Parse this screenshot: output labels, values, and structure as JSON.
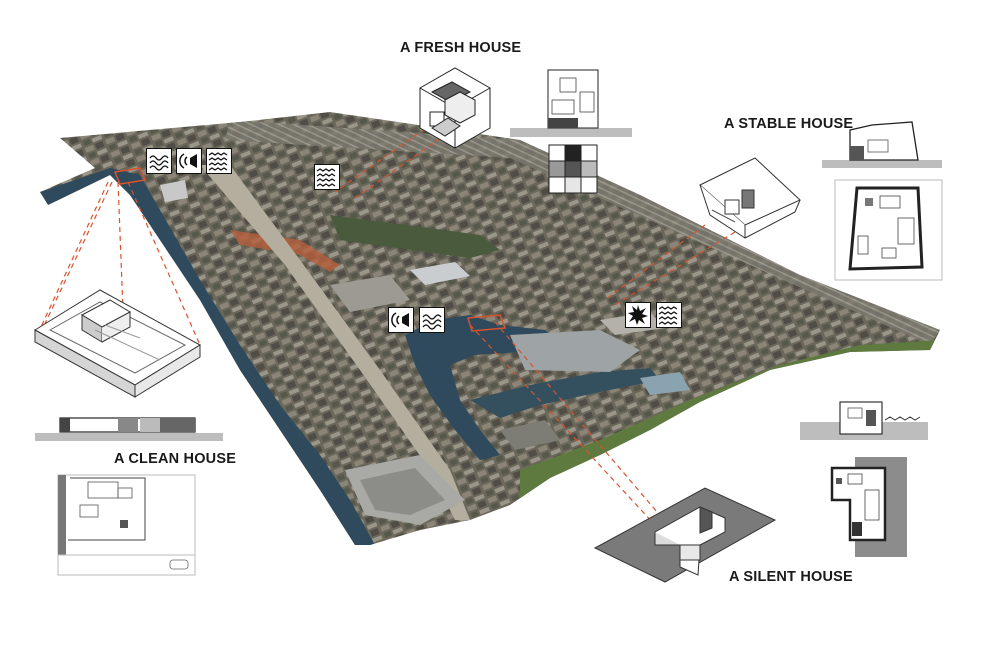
{
  "labels": {
    "fresh": "A FRESH HOUSE",
    "stable": "A STABLE HOUSE",
    "clean": "A CLEAN HOUSE",
    "silent": "A SILENT HOUSE"
  },
  "icons": {
    "group_west": [
      "air-pollution-icon",
      "noise-icon",
      "water-waves-icon"
    ],
    "group_north": [
      "water-waves-icon"
    ],
    "group_center": [
      "noise-icon",
      "air-pollution-icon"
    ],
    "group_east": [
      "explosion-icon",
      "water-waves-icon"
    ]
  },
  "colors": {
    "leader_line": "#d9532c",
    "water": "#2f4a5c",
    "urban": "#6f6a5c",
    "vegetation": "#5e7a3e",
    "ground_slab": "#bdbdbd",
    "dark_slab": "#777777"
  }
}
